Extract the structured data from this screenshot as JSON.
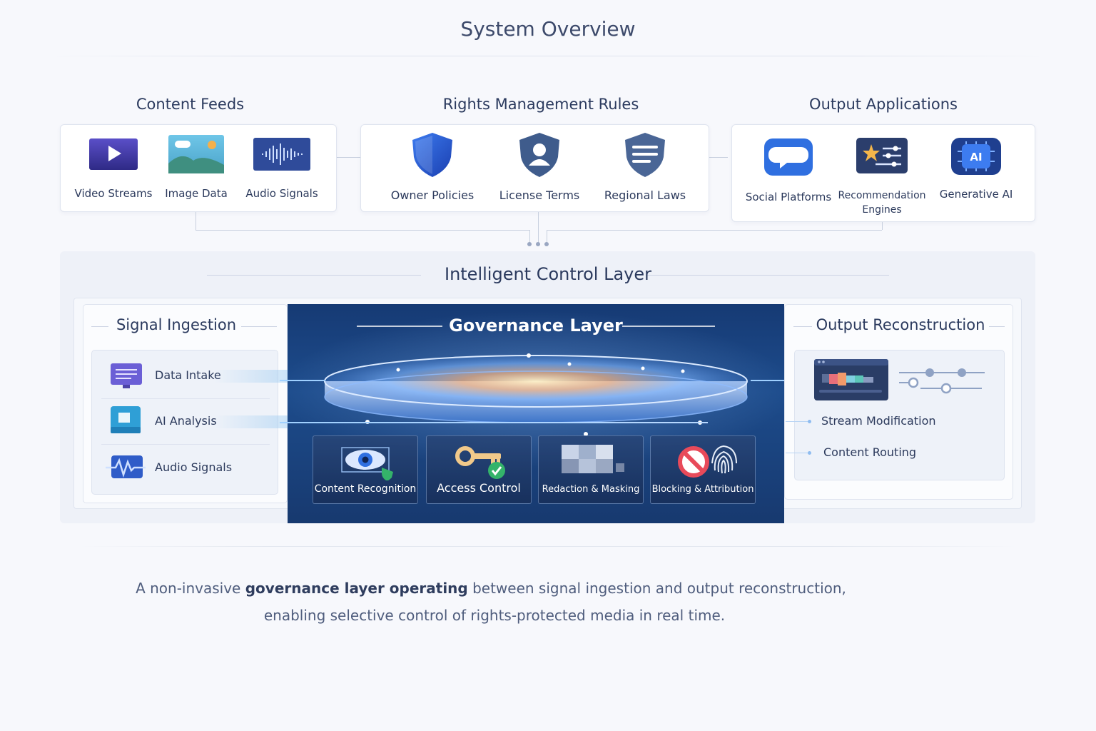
{
  "page_title": "System Overview",
  "content_feeds": {
    "title": "Content Feeds",
    "items": [
      "Video Streams",
      "Image Data",
      "Audio Signals"
    ]
  },
  "rights_rules": {
    "title": "Rights Management Rules",
    "items": [
      "Owner Policies",
      "License Terms",
      "Regional Laws"
    ]
  },
  "output_apps": {
    "title": "Output Applications",
    "items": [
      "Social Platforms",
      "Recommendation",
      "Engines",
      "Generative AI"
    ],
    "ai_badge": "AI"
  },
  "control_layer": {
    "title": "Intelligent Control Layer",
    "signal_ingestion": {
      "title": "Signal Ingestion",
      "items": [
        "Data Intake",
        "AI Analysis",
        "Audio Signals"
      ]
    },
    "governance": {
      "title": "Governance Layer",
      "modules": [
        "Content Recognition",
        "Access Control",
        "Redaction & Masking",
        "Blocking & Attribution"
      ]
    },
    "output_reconstruction": {
      "title": "Output Reconstruction",
      "items": [
        "Stream Modification",
        "Content Routing"
      ]
    }
  },
  "caption": {
    "line1_pre": "A non-invasive ",
    "line1_bold": "governance layer operating",
    "line1_post": " between signal ingestion and output reconstruction,",
    "line2": "enabling selective control of rights-protected media in real time."
  },
  "colors": {
    "accent_blue": "#2f6fe0",
    "governance_bg": "#1d4c8c",
    "text_dark": "#2b3a5e"
  }
}
